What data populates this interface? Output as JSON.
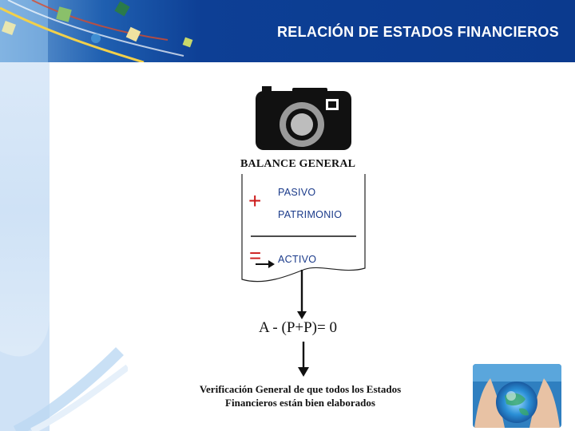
{
  "header": {
    "title": "RELACIÓN DE ESTADOS FINANCIEROS"
  },
  "diagram": {
    "title": "BALANCE GENERAL",
    "plus_symbol": "+",
    "equals_symbol": "=",
    "items": {
      "pasivo": "PASIVO",
      "patrimonio": "PATRIMONIO",
      "activo": "ACTIVO"
    },
    "equation": "A - (P+P)= 0",
    "verification_line1": "Verificación General de que todos los Estados",
    "verification_line2": "Financieros están  bien elaborados"
  },
  "icons": {
    "camera": "camera-icon",
    "hands_globe": "hands-globe-photo"
  },
  "colors": {
    "banner_dark": "#0b3a8e",
    "banner_light": "#6fa3d8",
    "label_blue": "#1a3a8a",
    "symbol_red": "#cc1a1a"
  }
}
